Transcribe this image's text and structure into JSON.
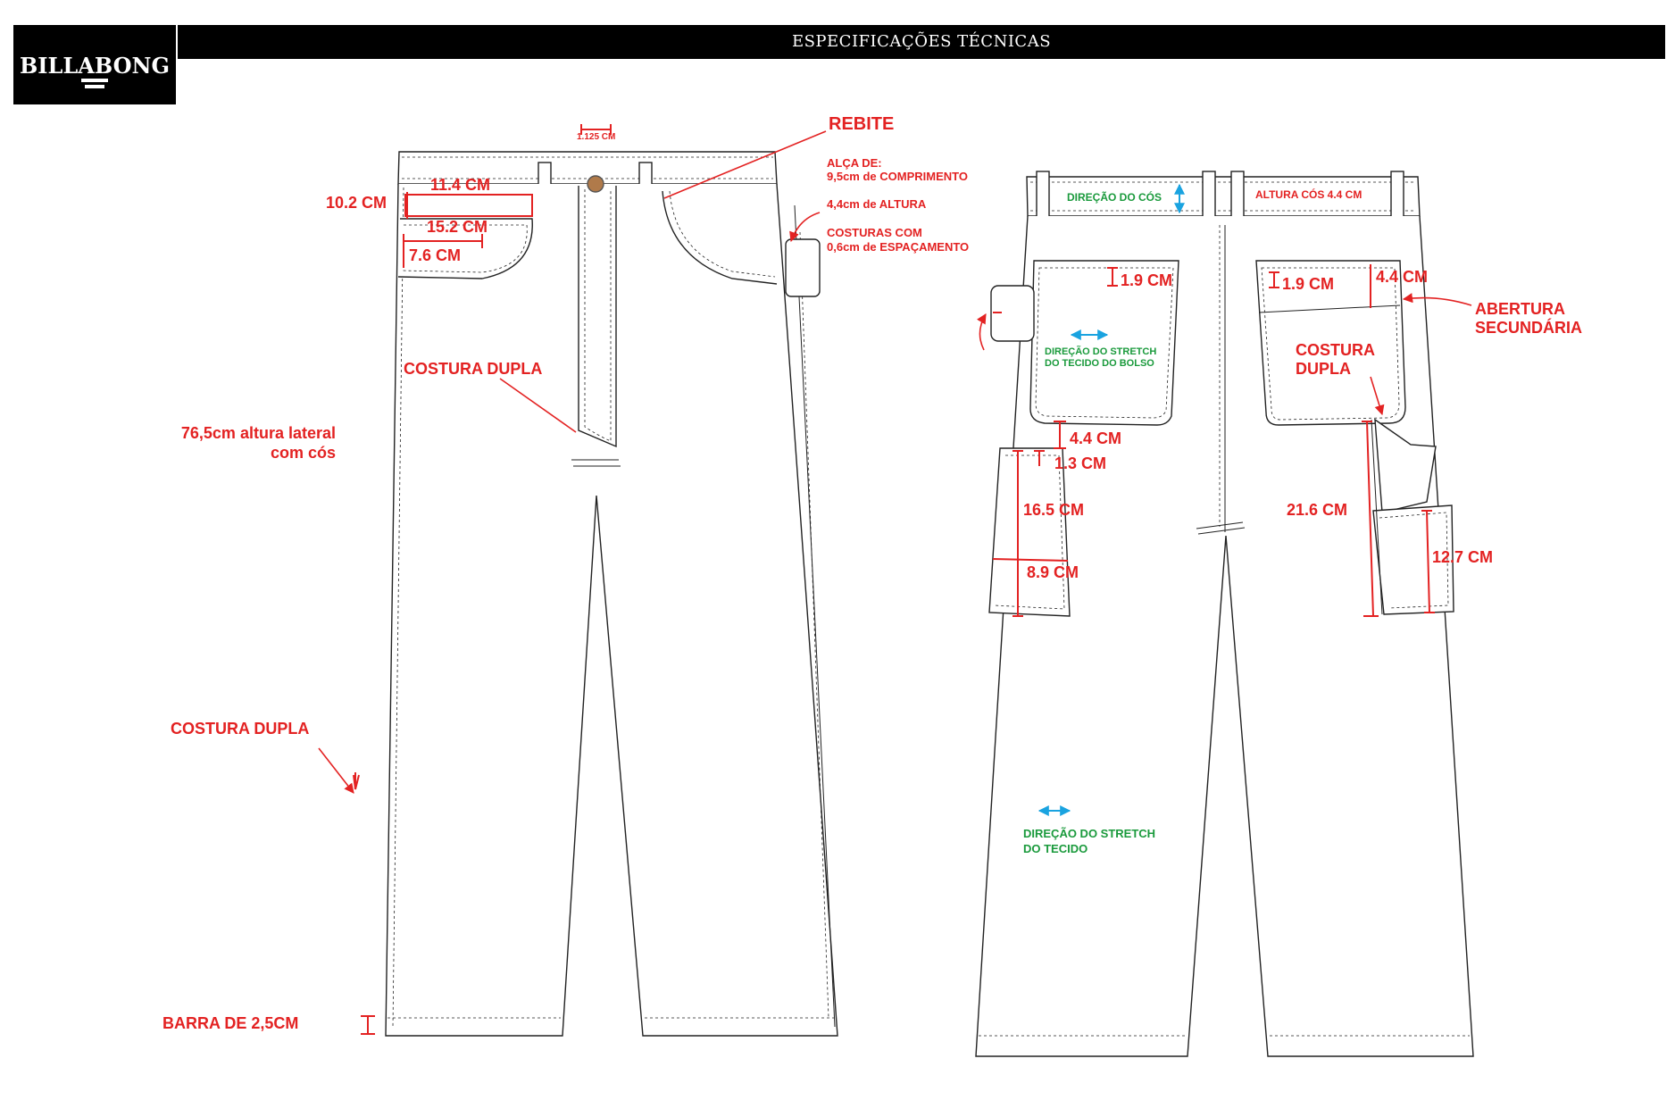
{
  "brand": {
    "logo_text": "BILLABONG"
  },
  "header": {
    "title": "ESPECIFICAÇÕES TÉCNICAS"
  },
  "front": {
    "loop_width": "1.125 CM",
    "rebite": "REBITE",
    "alca_title": "ALÇA DE:",
    "alca_length": "9,5cm de COMPRIMENTO",
    "alca_height": "4,4cm de ALTURA",
    "stitch_line1": "COSTURAS COM",
    "stitch_line2": "0,6cm de ESPAÇAMENTO",
    "pocket_width_top": "11.4 CM",
    "pocket_depth": "10.2 CM",
    "pocket_width_mid": "15.2 CM",
    "pocket_opening": "7.6 CM",
    "costura_center": "COSTURA DUPLA",
    "side_height_l1": "76,5cm altura lateral",
    "side_height_l2": "com cós",
    "costura_side": "COSTURA DUPLA",
    "hem": "BARRA DE 2,5CM"
  },
  "back": {
    "waist_direction": "DIREÇÃO DO CÓS",
    "waist_height": "ALTURA CÓS 4.4 CM",
    "pocket_left_top": "1.9 CM",
    "pocket_right_top": "1.9 CM",
    "pocket_right_flap": "4.4 CM",
    "abertura_l1": "ABERTURA",
    "abertura_l2": "SECUNDÁRIA",
    "stretch_pocket_l1": "DIREÇÃO DO STRETCH",
    "stretch_pocket_l2": "DO TECIDO DO BOLSO",
    "costura_l1": "COSTURA",
    "costura_l2": "DUPLA",
    "gap_below_pocket": "4.4 CM",
    "side_pocket_top": "1.3 CM",
    "side_pocket_height": "16.5 CM",
    "side_pocket_width": "8.9 CM",
    "hammer_loop_height": "21.6 CM",
    "hammer_pocket": "12.7 CM",
    "stretch_fabric_l1": "DIREÇÃO DO STRETCH",
    "stretch_fabric_l2": "DO TECIDO"
  },
  "colors": {
    "annotation": "#e32222",
    "direction": "#1a9a3c",
    "arrow": "#1aa3e0",
    "rivet": "#b07a4a"
  }
}
